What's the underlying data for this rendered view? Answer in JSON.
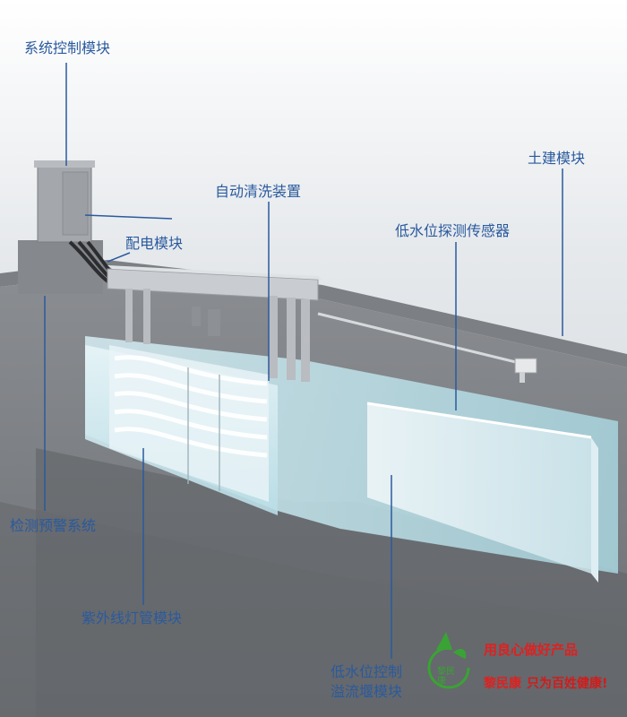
{
  "labels": {
    "system_control": "系统控制模块",
    "civil": "土建模块",
    "auto_clean": "自动清洗装置",
    "power": "配电模块",
    "low_water_sensor": "低水位探测传感器",
    "monitor_alarm": "检测预警系统",
    "uv_lamp": "紫外线灯管模块",
    "weir_line1": "低水位控制",
    "weir_line2": "溢流堰模块"
  },
  "logo": {
    "lettering": "黎民康",
    "slogan_line1": "用良心做好产品",
    "slogan_brand": "黎民康",
    "slogan_tail": "只为百姓健康!"
  },
  "colors": {
    "label_blue": "#2a5a9e",
    "concrete": "#6f7276",
    "water": "#cfe9f0",
    "slogan_red": "#e02020",
    "logo_green": "#3aa335"
  }
}
